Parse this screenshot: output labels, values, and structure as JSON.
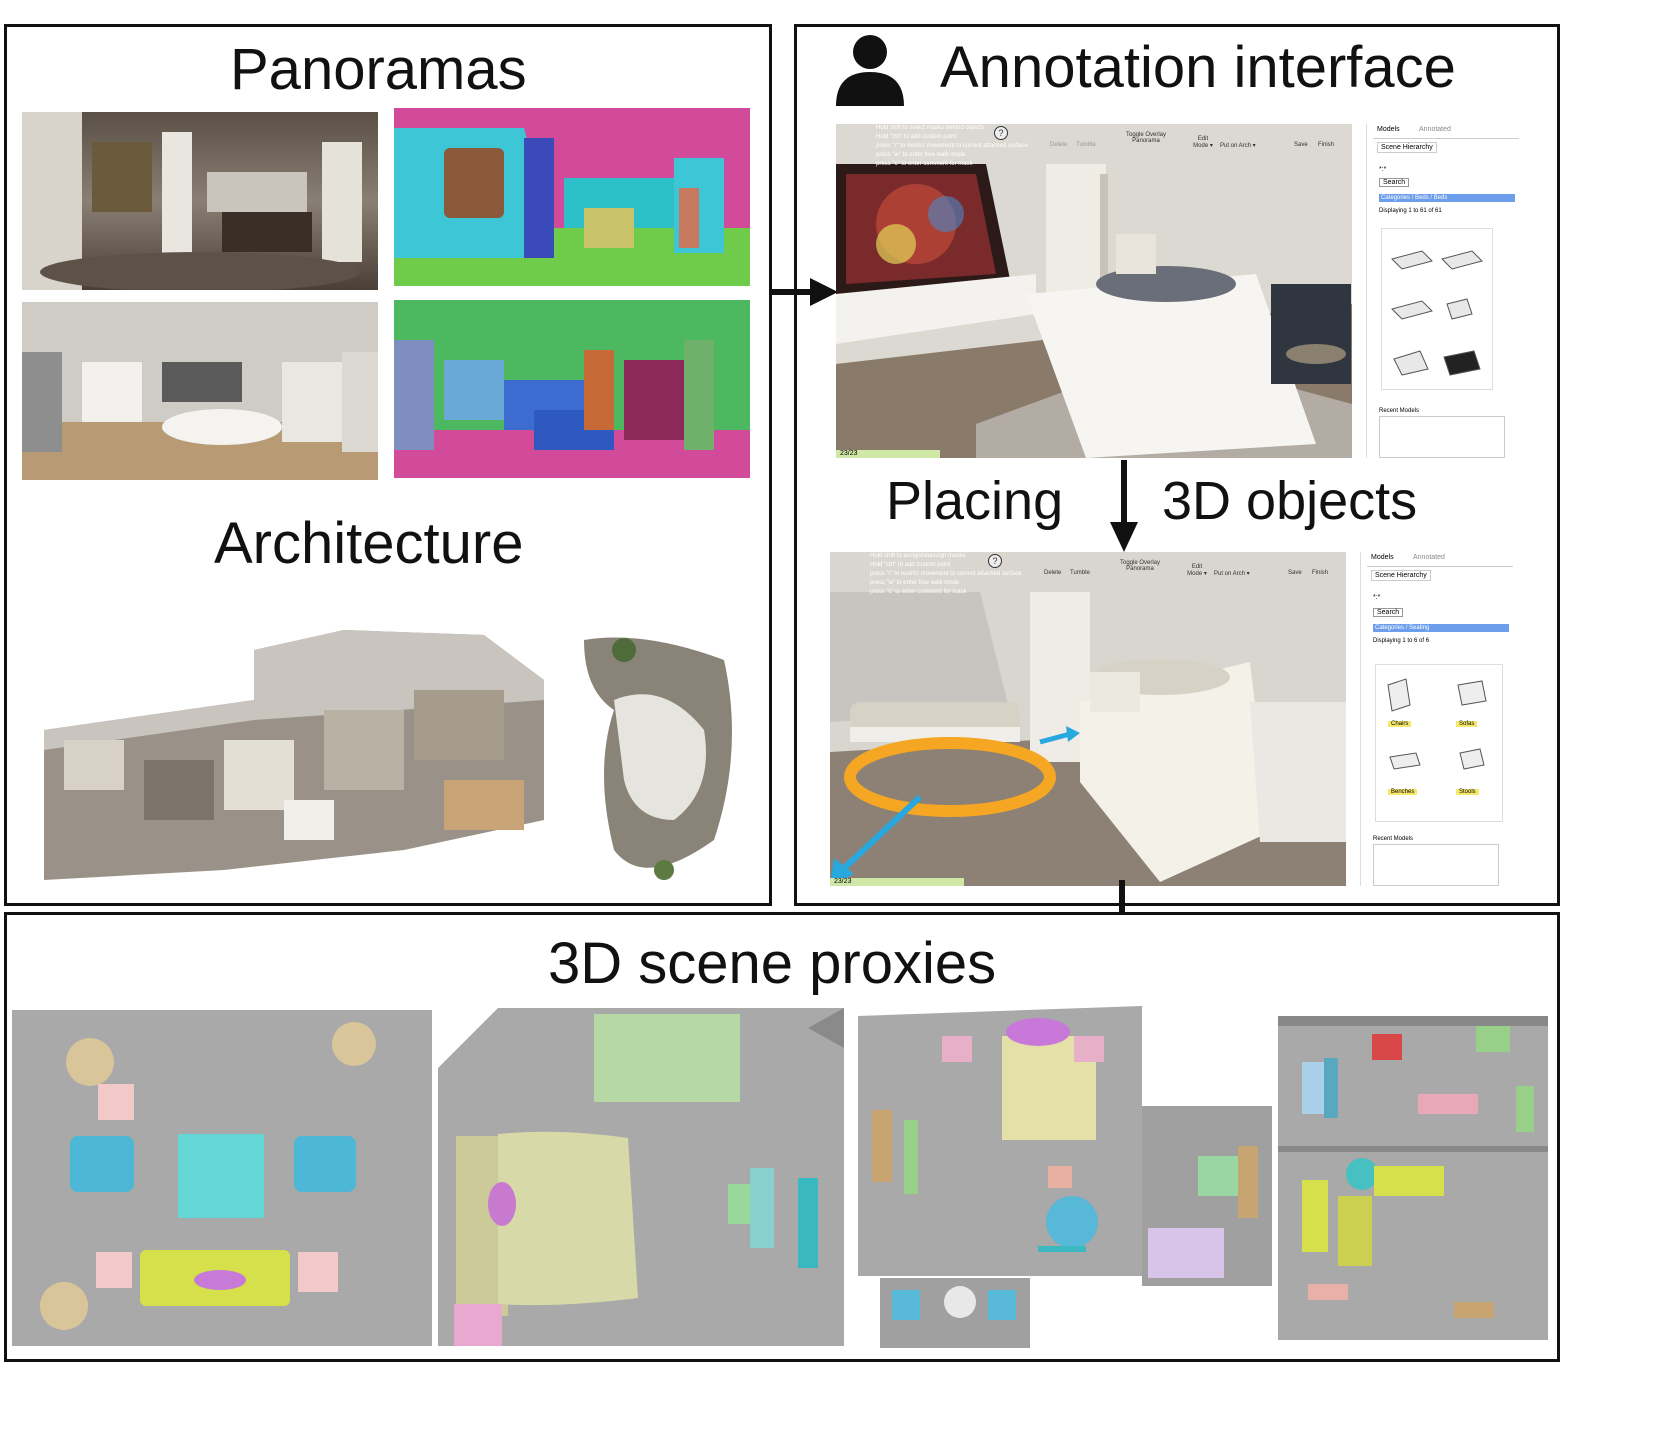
{
  "panels": {
    "panoramas_title": "Panoramas",
    "architecture_title": "Architecture",
    "annotation_title": "Annotation interface",
    "placing_label": "Placing",
    "objects_label": "3D objects",
    "proxies_title": "3D scene proxies"
  },
  "ui_top": {
    "hints": [
      "Hold shift to select masks behind objects",
      "Hold \"ctrl\" to add custom point",
      "press \"r\" to restrict movement to current attached surface",
      "press \"w\" to enter free walk mode",
      "press \"c\" to enter comment for mask"
    ],
    "toolbar": [
      "Delete",
      "Tumble",
      "Toggle Overlay Panorama",
      "Edit Mode ▾",
      "Put on Arch ▾",
      "Save",
      "Finish"
    ],
    "tabs": [
      "Models",
      "Annotated"
    ],
    "scene_hierarchy": "Scene Hierarchy",
    "search_value": "*:*",
    "search_button": "Search",
    "category_path": "Categories / Beds / Beds",
    "displaying": "Displaying 1 to 61 of 61",
    "recent_models": "Recent Models",
    "counter": "23/23"
  },
  "ui_bottom": {
    "hints": [
      "Hold shift to assign/unassign masks",
      "Hold \"ctrl\" to add custom point",
      "press \"r\" to restrict movement to current attached surface",
      "press \"w\" to enter free walk mode",
      "press \"c\" to enter comment for mask"
    ],
    "toolbar": [
      "Delete",
      "Tumble",
      "Toggle Overlay Panorama",
      "Edit Mode ▾",
      "Put on Arch ▾",
      "Save",
      "Finish"
    ],
    "tabs": [
      "Models",
      "Annotated"
    ],
    "scene_hierarchy": "Scene Hierarchy",
    "search_value": "*:*",
    "search_button": "Search",
    "category_path": "Categories / Seating",
    "displaying": "Displaying 1 to 6 of 6",
    "subcategories": [
      "Chairs",
      "Sofas",
      "Benches",
      "Stools"
    ],
    "recent_models": "Recent Models",
    "counter": "23/23"
  },
  "colors": {
    "border": "#111111",
    "category_highlight": "#6d9eeb",
    "subcategory_tag": "#f5e86b",
    "rotation_ring": "#f5a623",
    "arrow_blue": "#29a8e0",
    "proxy_floor": "#a9a9a9"
  }
}
